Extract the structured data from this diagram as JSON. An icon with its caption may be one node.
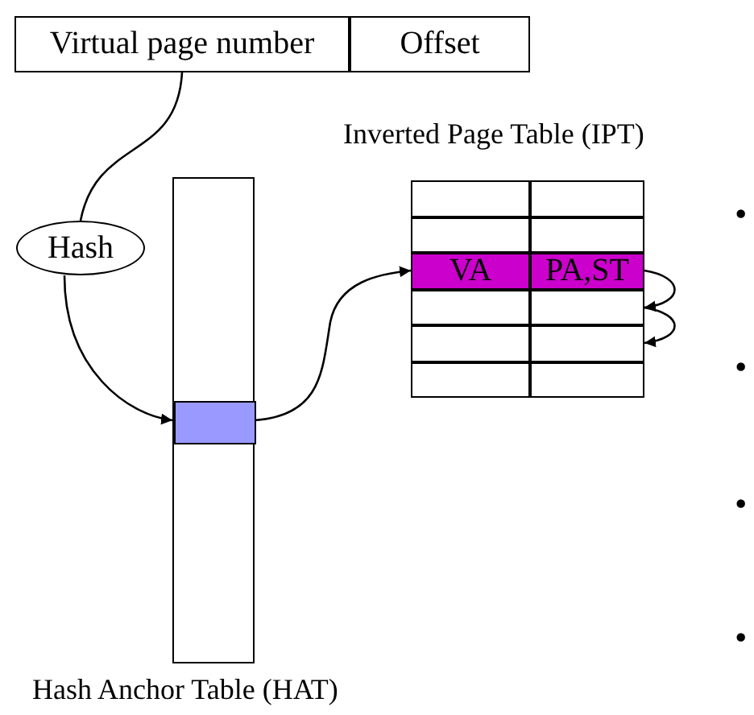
{
  "diagram": {
    "nodes": [
      {
        "text": [
          "Virtual page number"
        ]
      },
      {
        "text": [
          "Offset"
        ]
      },
      {
        "text": [
          "Hash"
        ]
      },
      {
        "text": [
          "Hash Anchor Table (HAT)"
        ]
      },
      {
        "text": [],
        "shape": "box",
        "in": 3
      },
      {
        "text": [
          "Inverted Page Table (IPT)"
        ]
      },
      {
        "text": [
          "VA"
        ],
        "in": 5
      },
      {
        "text": [
          "PA,ST"
        ],
        "in": 5
      },
      {
        "text": [],
        "shape": "box",
        "in": 5
      },
      {
        "text": [],
        "shape": "box",
        "in": 5
      }
    ],
    "edges": [
      {
        "from": 0,
        "to": 2,
        "arrow": "none"
      },
      {
        "from": 2,
        "to": 4,
        "arrow": "to"
      },
      {
        "from": 4,
        "to": 6,
        "arrow": "to"
      },
      {
        "from": 7,
        "to": 8,
        "arrow": "to"
      },
      {
        "from": 8,
        "to": 9,
        "arrow": "to"
      }
    ],
    "labels": [
      "•",
      "•",
      "•",
      "•"
    ]
  }
}
